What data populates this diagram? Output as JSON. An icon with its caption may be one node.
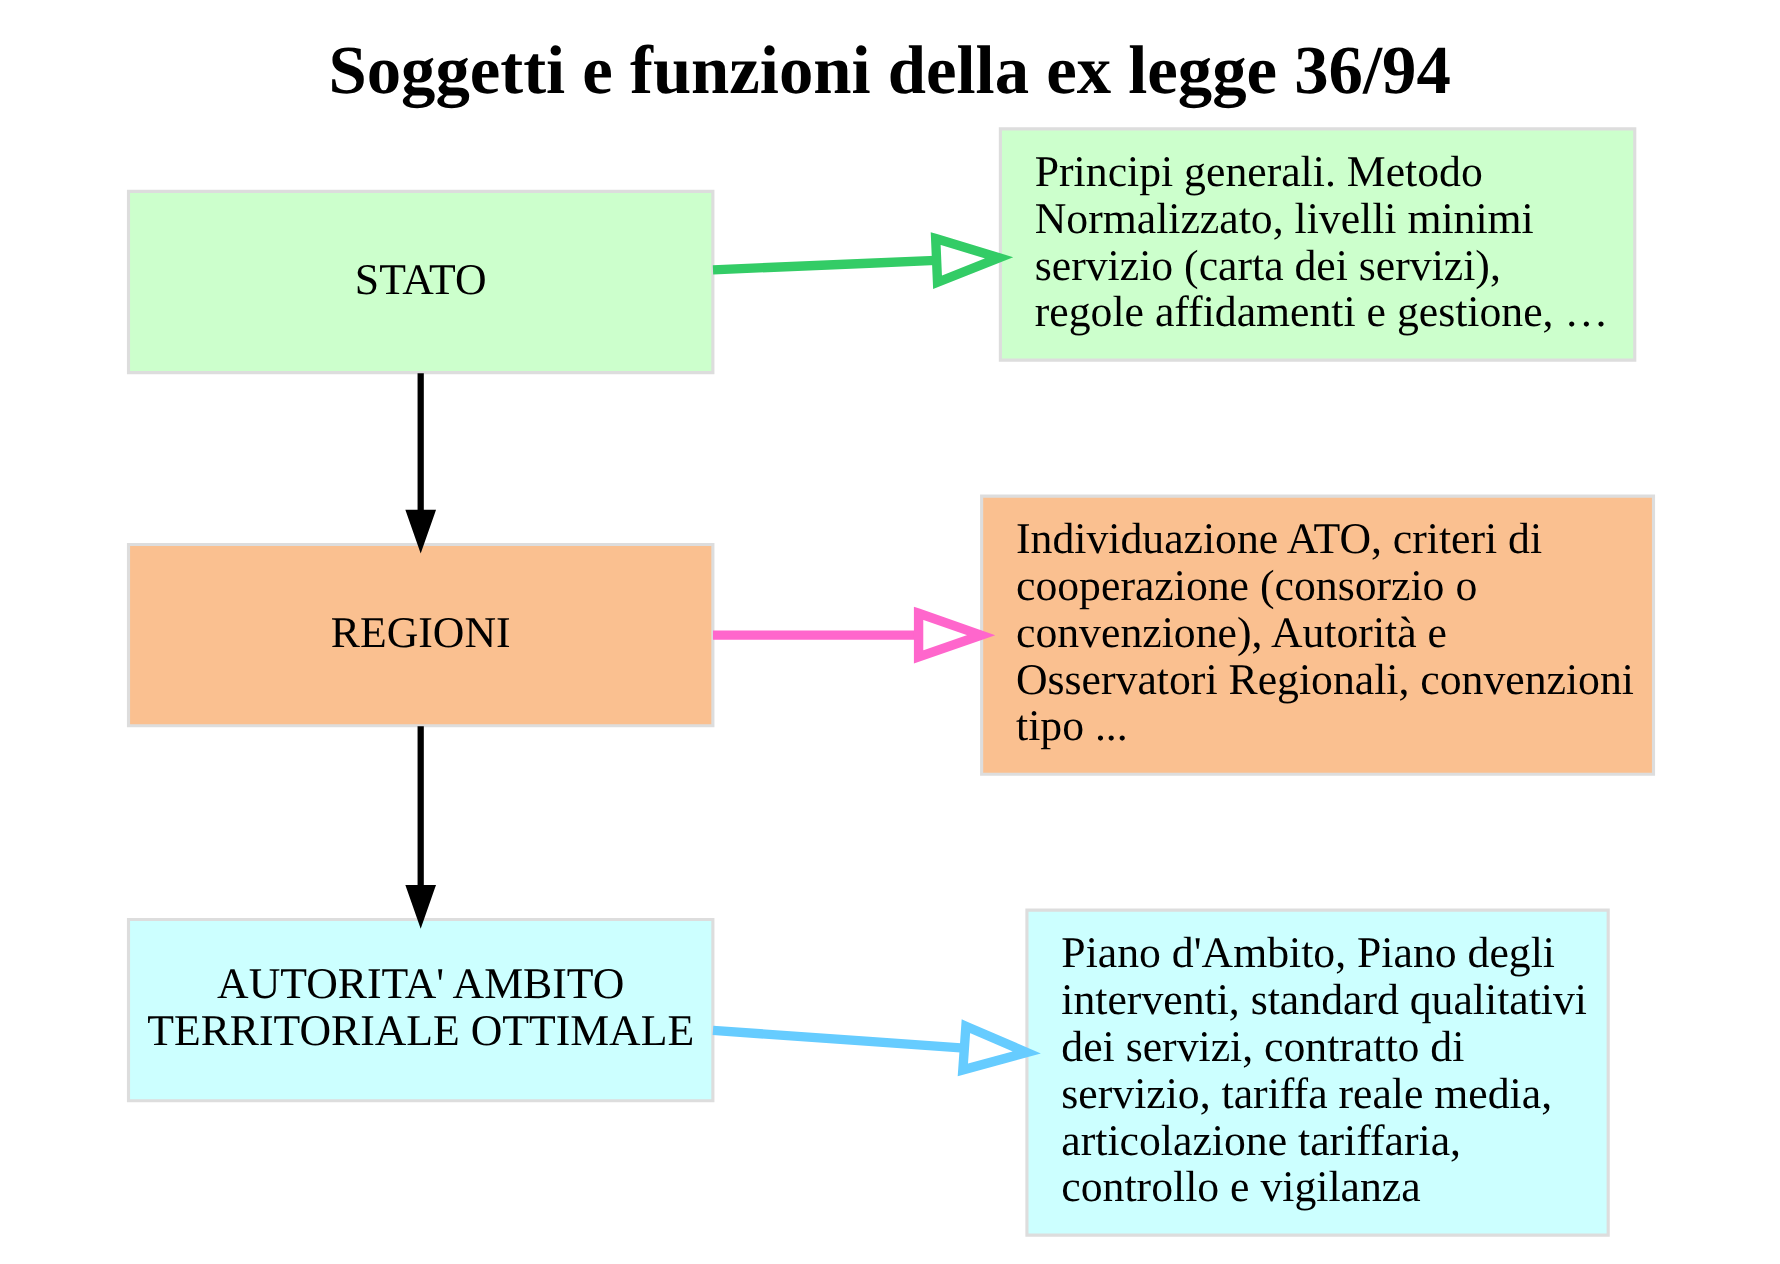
{
  "diagram": {
    "title": "Soggetti e funzioni della ex legge 36/94",
    "nodes": [
      {
        "text": [
          "STATO"
        ]
      },
      {
        "text": [
          "REGIONI"
        ]
      },
      {
        "text": [
          "AUTORITA' AMBITO TERRITORIALE OTTIMALE"
        ]
      },
      {
        "text": [
          "Principi generali. Metodo Normalizzato, livelli minimi servizio (carta dei servizi), regole affidamenti e gestione, …"
        ]
      },
      {
        "text": [
          "Individuazione ATO, criteri di cooperazione (consorzio o convenzione), Autorità e Osservatori Regionali, convenzioni tipo ..."
        ]
      },
      {
        "text": [
          "Piano d'Ambito, Piano degli interventi, standard qualitativi dei servizi, contratto di servizio, tariffa reale media, articolazione tariffaria, controllo e vigilanza"
        ]
      }
    ],
    "edges": [
      {
        "from": 0,
        "to": 1,
        "arrow": "to"
      },
      {
        "from": 1,
        "to": 2,
        "arrow": "to"
      },
      {
        "from": 0,
        "to": 3,
        "arrow": "to",
        "color": "#33cc66"
      },
      {
        "from": 1,
        "to": 4,
        "arrow": "to",
        "color": "#ff66cc"
      },
      {
        "from": 2,
        "to": 5,
        "arrow": "to",
        "color": "#66ccff"
      }
    ]
  }
}
